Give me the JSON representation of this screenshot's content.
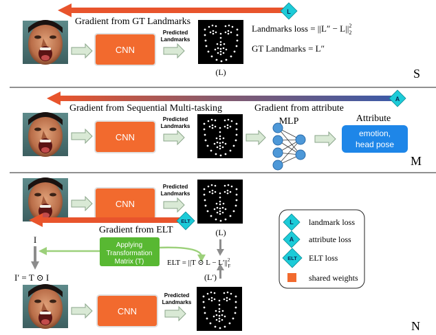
{
  "colors": {
    "cnn": "#f26a2e",
    "cnn_border": "#e0e0e0",
    "arrow_fill": "#d9e9d5",
    "arrow_stroke": "#8aa58a",
    "gradient_red": "#e8542c",
    "gradient_blue": "#3b5aa8",
    "diamond": "#1ccbd8",
    "green_box": "#58b832",
    "green_arrow": "#9cd07a",
    "mlp_node": "#4d98d8",
    "attribute_box": "#1e86e8",
    "gray_arrow": "#8c8c8c"
  },
  "sections": {
    "S": {
      "gradient_label": "Gradient from GT Landmarks",
      "diamond": "L",
      "cnn": "CNN",
      "pred_line1": "Predicted",
      "pred_line2": "Landmarks",
      "landmark_caption": "(L)",
      "loss_eq": "Landmarks loss = ||L″ − L||",
      "loss_sup": "2",
      "loss_sub": "2",
      "gt_eq": "GT Landmarks = L″",
      "tag": "S"
    },
    "M": {
      "gradient_label": "Gradient from Sequential Multi-tasking",
      "gradient_attr_label": "Gradient from attribute",
      "diamond": "A",
      "cnn": "CNN",
      "pred_line1": "Predicted",
      "pred_line2": "Landmarks",
      "mlp": "MLP",
      "attribute_title": "Attribute",
      "attribute_line1": "emotion,",
      "attribute_line2": "head pose",
      "tag": "M"
    },
    "N": {
      "cnn_top": "CNN",
      "pred_top_line1": "Predicted",
      "pred_top_line2": "Landmarks",
      "diamond": "ELT",
      "gradient_label": "Gradient from ELT",
      "landmark_caption_top": "(L)",
      "input_label": "I",
      "transform_line1": "Applying",
      "transform_line2": "Transformation",
      "transform_line3": "Matrix (T)",
      "elt_eq": "ELT = ||T ⊙ L − L′||",
      "elt_sup": "2",
      "elt_sub": "F",
      "transformed_input": "I′ = T ⊙ I",
      "landmark_caption_bottom": "(L′)",
      "cnn_bottom": "CNN",
      "pred_bottom_line1": "Predicted",
      "pred_bottom_line2": "Landmarks",
      "tag": "N"
    },
    "legend": {
      "items": [
        {
          "symbol": "L",
          "label": "landmark loss"
        },
        {
          "symbol": "A",
          "label": "attribute loss"
        },
        {
          "symbol": "ELT",
          "label": "ELT loss"
        },
        {
          "symbol": "",
          "label": "shared weights"
        }
      ]
    }
  }
}
